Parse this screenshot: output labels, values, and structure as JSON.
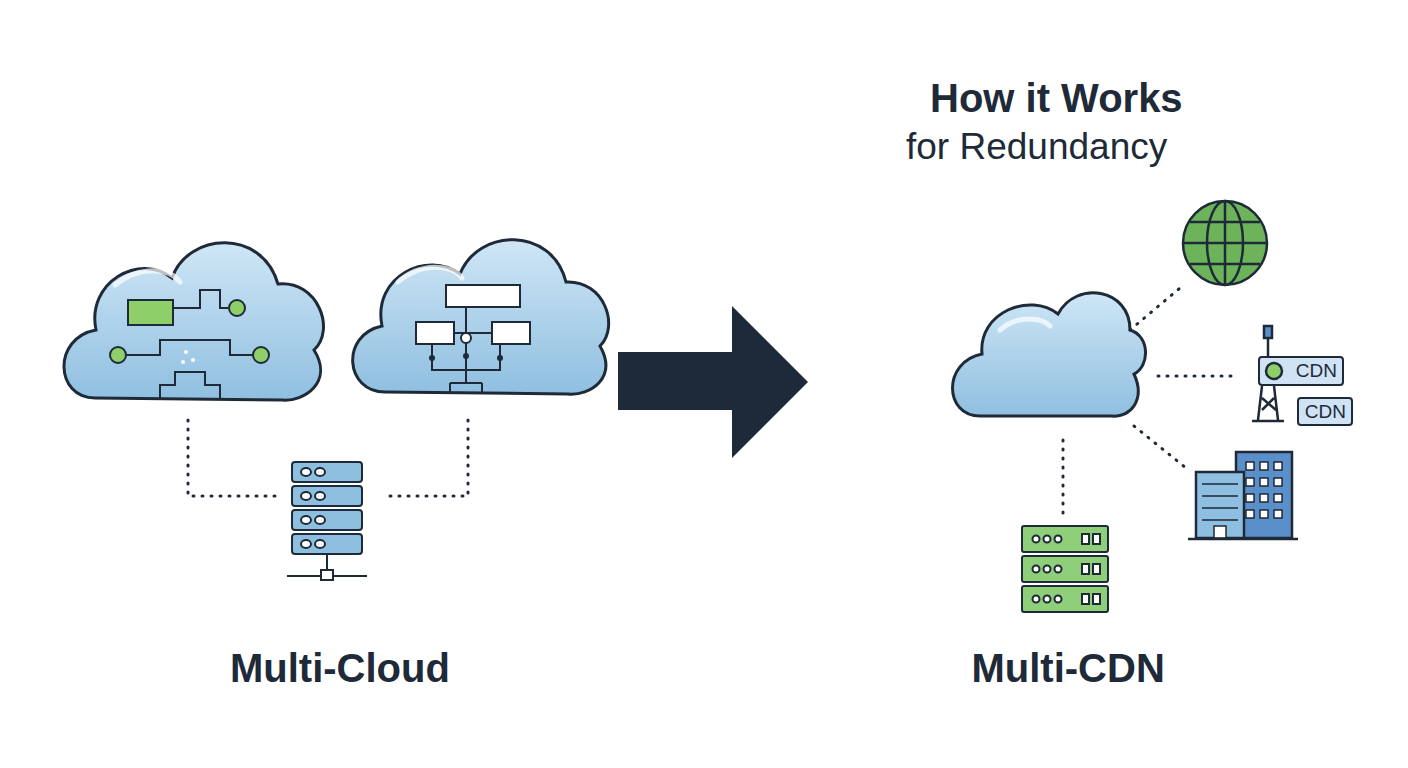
{
  "diagram": {
    "title": "How it Works",
    "nodes": [
      {
        "text": [
          "CDN"
        ]
      },
      {
        "text": [
          "CDN"
        ]
      }
    ],
    "labels": [
      "for Redundancy",
      "Multi-Cloud",
      "Multi-CDN"
    ]
  }
}
